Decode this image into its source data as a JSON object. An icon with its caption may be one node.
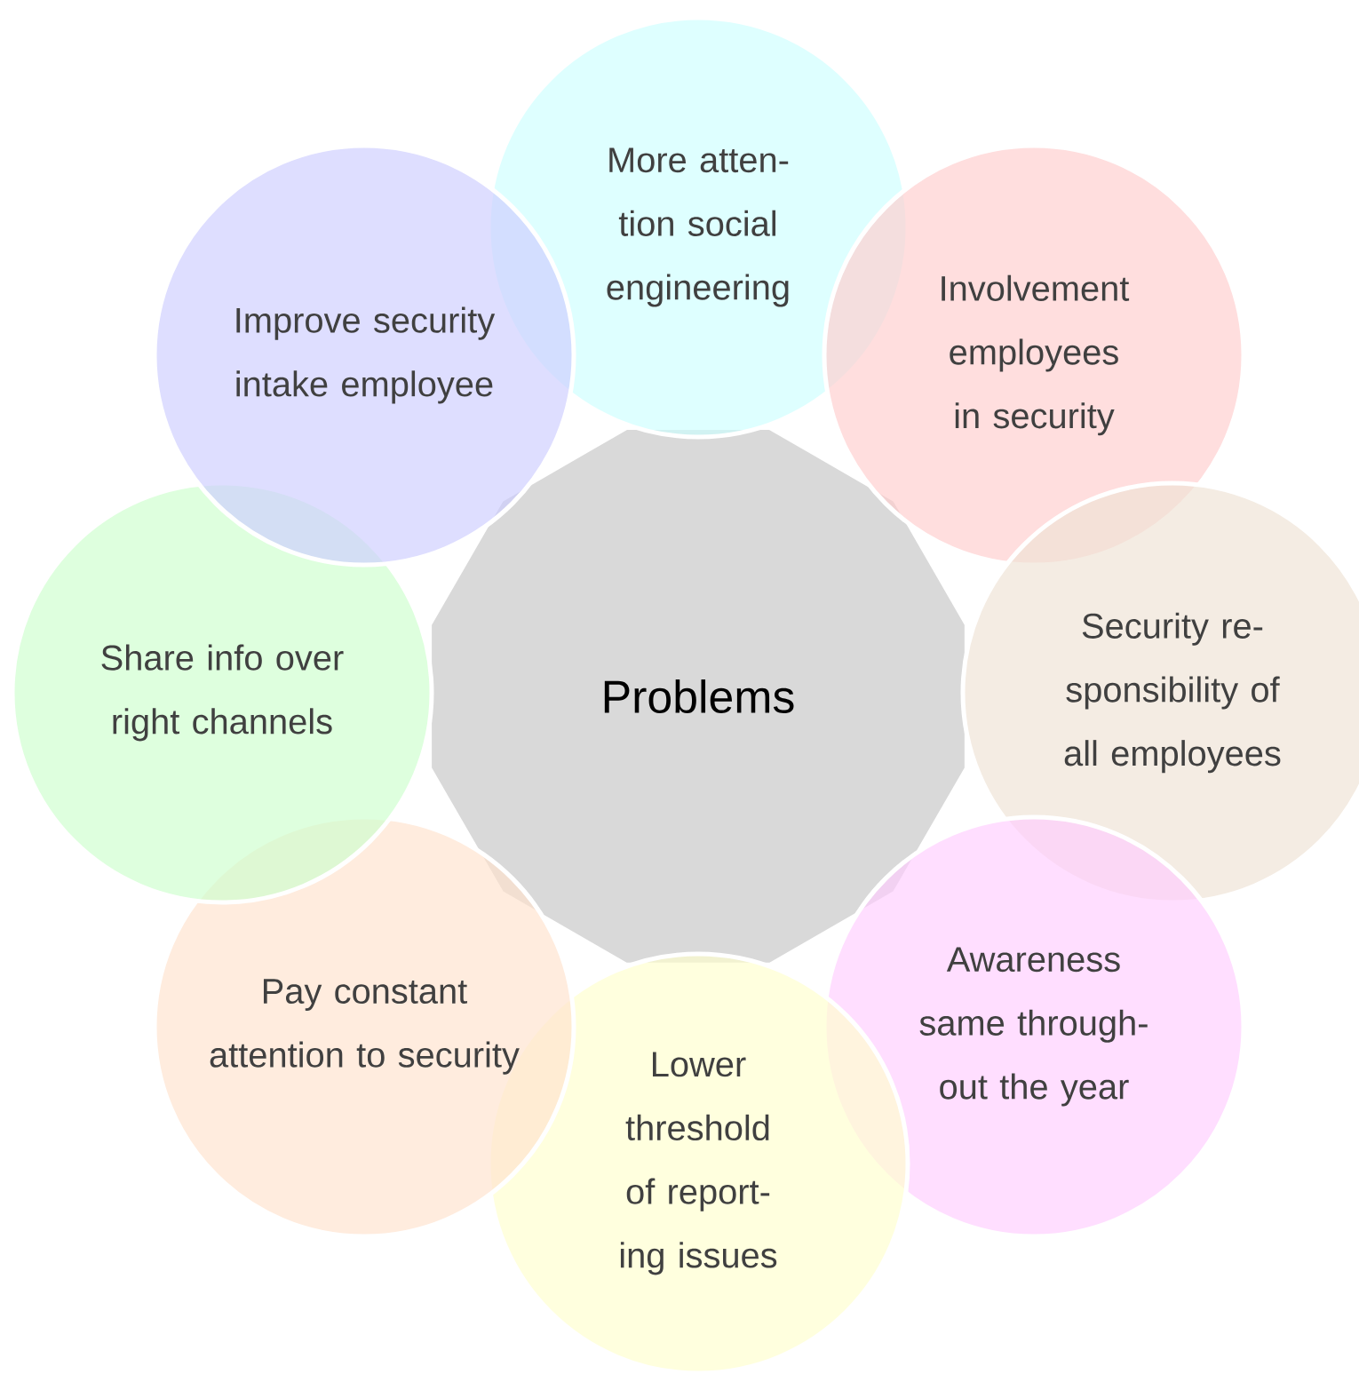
{
  "diagram": {
    "nodes": [
      {
        "text": [
          "Problems"
        ]
      },
      {
        "text": [
          "More atten- tion social engineering"
        ]
      },
      {
        "text": [
          "Involvement employees in security"
        ]
      },
      {
        "text": [
          "Security re- sponsibility of all employees"
        ]
      },
      {
        "text": [
          "Awareness same through- out the year"
        ]
      },
      {
        "text": [
          "Lower threshold of report- ing issues"
        ]
      },
      {
        "text": [
          "Pay constant attention to security"
        ]
      },
      {
        "text": [
          "Share info over right channels"
        ]
      },
      {
        "text": [
          "Improve security intake employee"
        ]
      }
    ]
  }
}
